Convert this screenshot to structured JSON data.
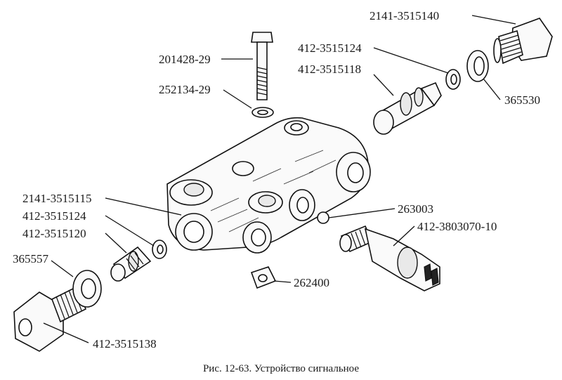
{
  "labels": {
    "bolt": "201428-29",
    "spring_washer": "252134-29",
    "top_fitting": "2141-3515140",
    "top_washer_small": "412-3515124",
    "top_piston": "412-3515118",
    "top_gasket": "365530",
    "left_fitting_body": "2141-3515115",
    "left_washer_small": "412-3515124",
    "left_piston": "412-3515120",
    "left_gasket": "365557",
    "left_fitting": "412-3515138",
    "ball": "263003",
    "switch": "412-3803070-10",
    "nut_insert": "262400"
  },
  "caption": "Рис. 12-63. Устройство сигнальное"
}
